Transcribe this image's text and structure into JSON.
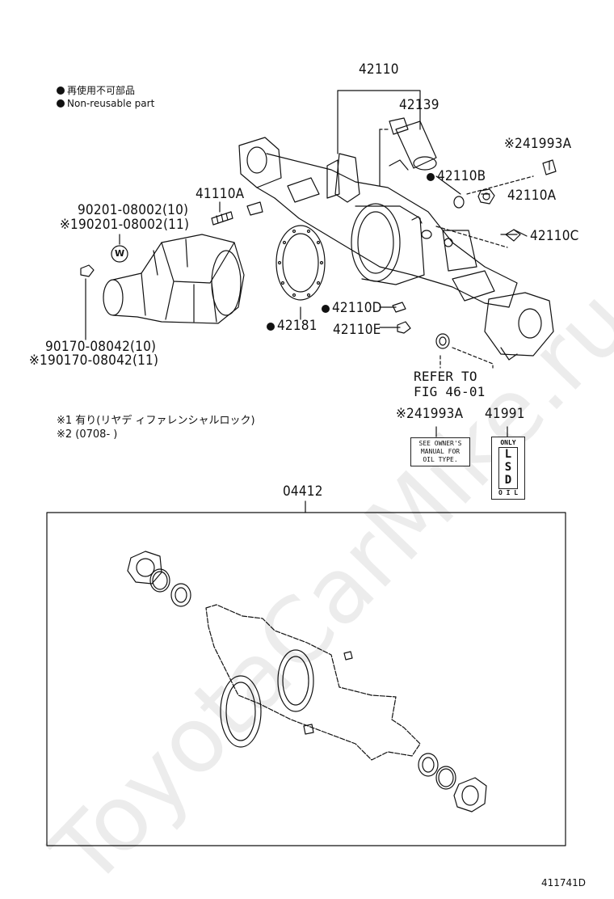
{
  "legend": {
    "jp": "再使用不可部品",
    "en": "Non-reusable part"
  },
  "notes": {
    "n1": "※1  有り(リヤデ ィファレンシャルロック)",
    "n2": "※2  (0708-      )"
  },
  "parts": {
    "p42110": "42110",
    "p42139": "42139",
    "p41993A_top": "※241993A",
    "p42110B": "42110B",
    "p42110A": "42110A",
    "p42110C": "42110C",
    "p41110A": "41110A",
    "p90201_a": "90201-08002(10)",
    "p90201_b": "※190201-08002(11)",
    "p42110D": "42110D",
    "p42181": "42181",
    "p42110E": "42110E",
    "p90170_a": "90170-08042(10)",
    "p90170_b": "※190170-08042(11)",
    "refer1": "REFER TO",
    "refer2": "FIG 46-01",
    "p41993A_mid": "※241993A",
    "p41991": "41991",
    "p04412": "04412"
  },
  "w_marker": "W",
  "oil_label": [
    "SEE OWNER'S",
    "MANUAL FOR",
    "OIL TYPE."
  ],
  "lsd_label": {
    "top": "ONLY",
    "letters": [
      "L",
      "S",
      "D"
    ],
    "bottom": "O I L"
  },
  "figure_code": "411741D",
  "watermark": "ToyotaCarMike.ru"
}
